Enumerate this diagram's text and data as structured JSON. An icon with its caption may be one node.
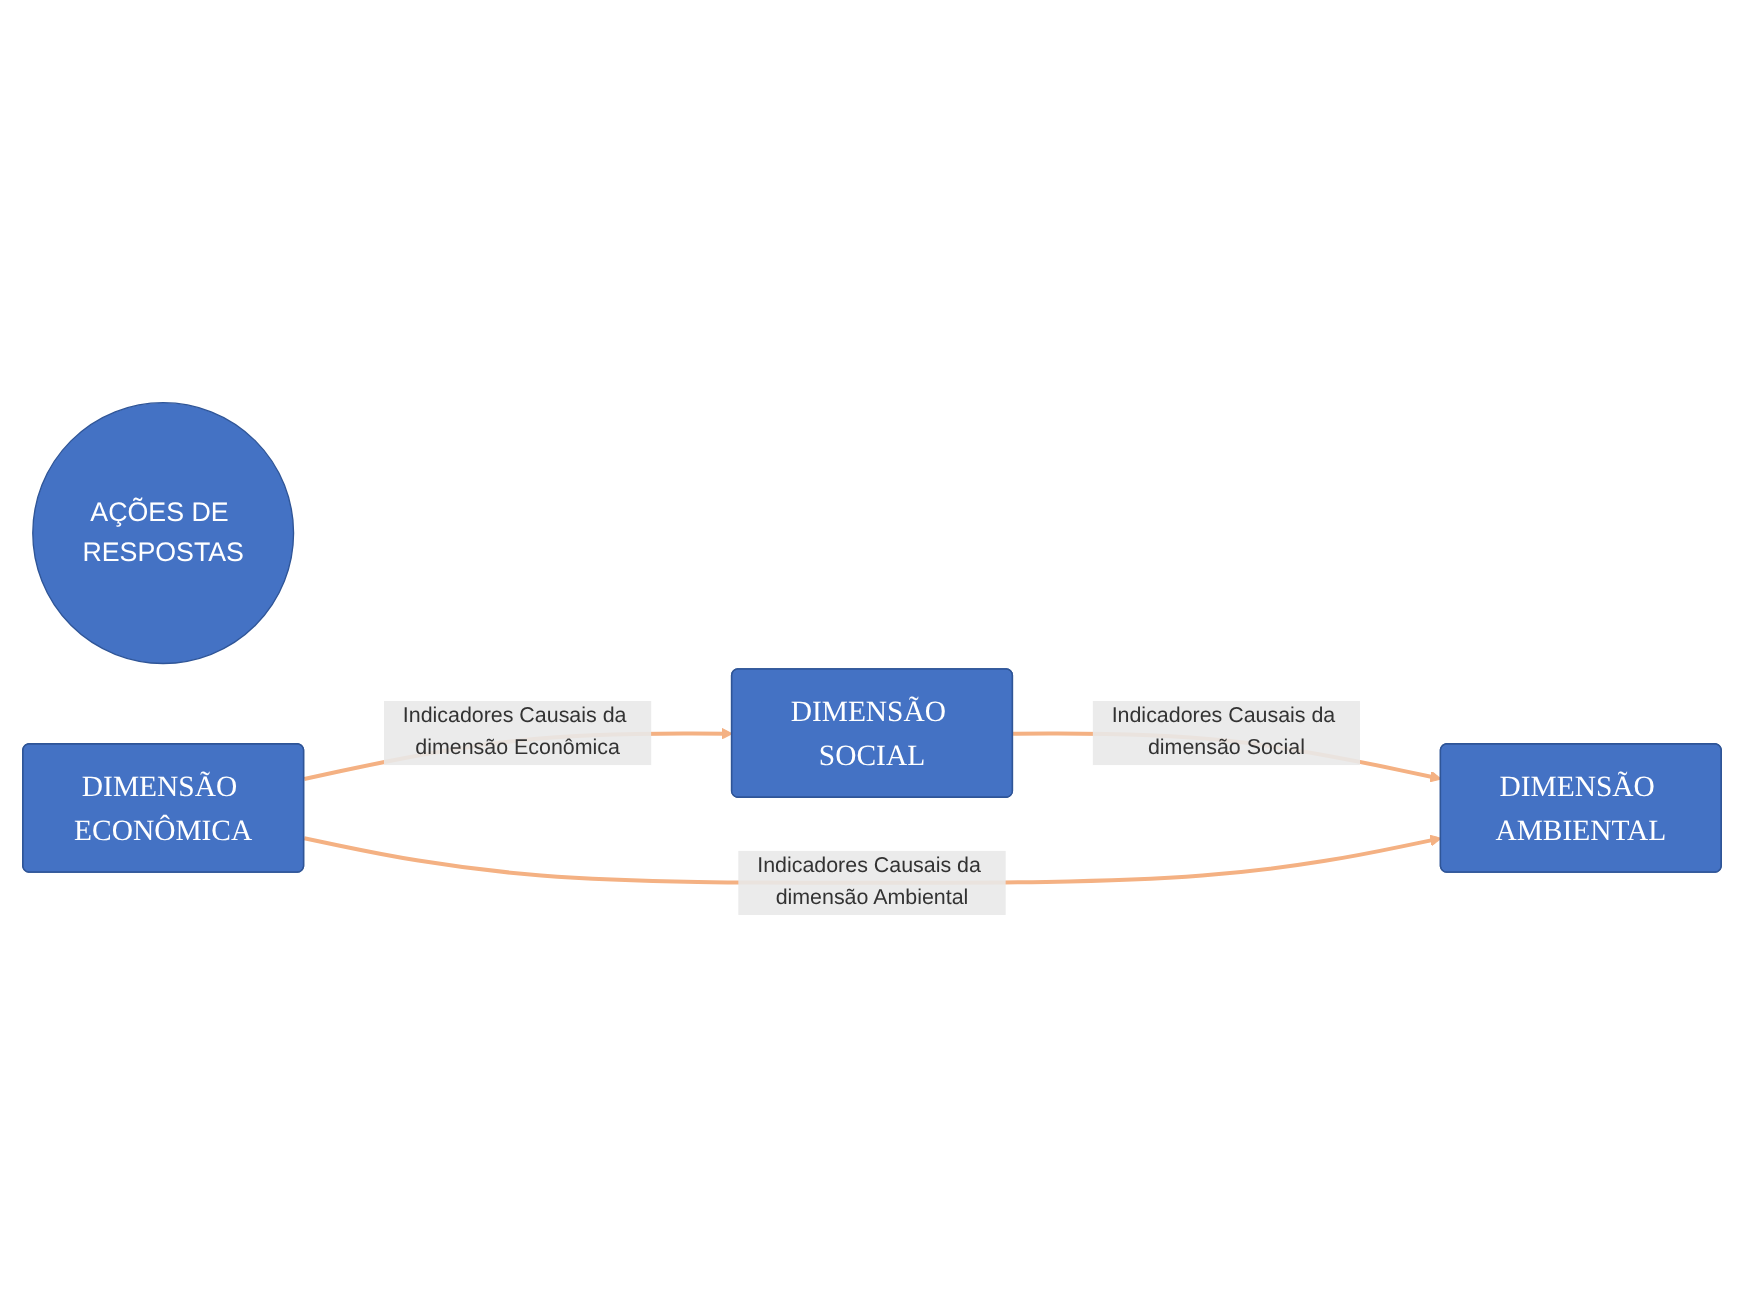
{
  "diagram": {
    "nodes": [
      {
        "text": [
          "DIMENSÃO SOCIAL"
        ]
      },
      {
        "text": [
          "AÇÕES DE RESPOSTAS"
        ]
      },
      {
        "text": [
          "DIMENSÃO ECONÔMICA"
        ]
      },
      {
        "text": [
          "DIMENSÃO AMBIENTAL"
        ]
      }
    ],
    "edges": [
      {
        "from": 2,
        "to": 0,
        "arrow": "to",
        "label": "Indicadores Causais da dimensão Econômica"
      },
      {
        "from": 0,
        "to": 3,
        "arrow": "to",
        "label": "Indicadores Causais da dimensão Social"
      },
      {
        "from": 2,
        "to": 3,
        "arrow": "to",
        "label": "Indicadores Causais da dimensão Ambiental"
      }
    ]
  }
}
